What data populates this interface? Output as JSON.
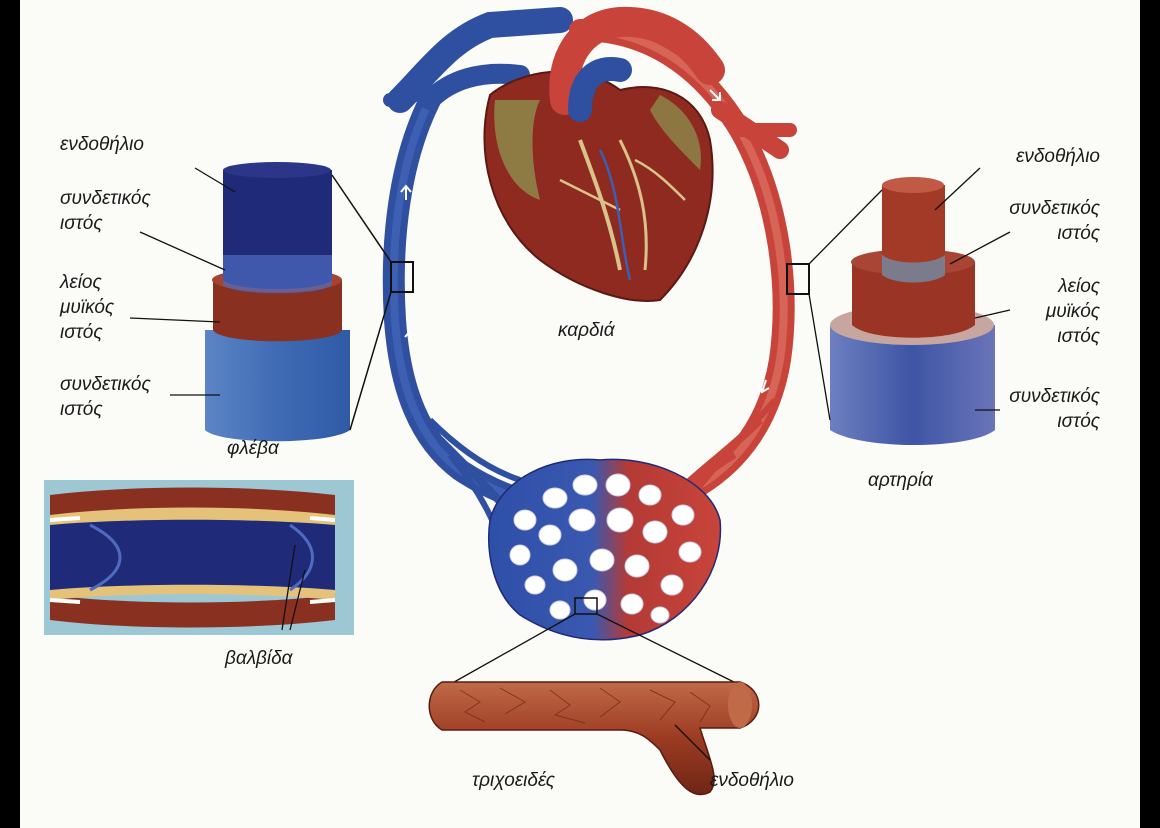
{
  "labels": {
    "vein_endothelium": "ενδοθήλιο",
    "vein_connective_1": "συνδετικός\nιστός",
    "vein_smooth_muscle": "λείος\nμυϊκός\nιστός",
    "vein_connective_2": "συνδετικός\nιστός",
    "vein": "φλέβα",
    "heart": "καρδιά",
    "artery_endothelium": "ενδοθήλιο",
    "artery_connective_1": "συνδετικός\nιστός",
    "artery_smooth_muscle": "λείος\nμυϊκός\nιστός",
    "artery_connective_2": "συνδετικός\nιστός",
    "artery": "αρτηρία",
    "valve": "βαλβίδα",
    "capillary": "τριχοειδές",
    "capillary_endothelium": "ενδοθήλιο"
  },
  "colors": {
    "vein": "#2f4fa0",
    "artery": "#c8443a",
    "heart": "#8e2a1f",
    "fat": "#8d8a4a",
    "vein_dark": "#1f2a78",
    "muscle": "#8a3020",
    "valve_bg": "#9cc7d3"
  }
}
